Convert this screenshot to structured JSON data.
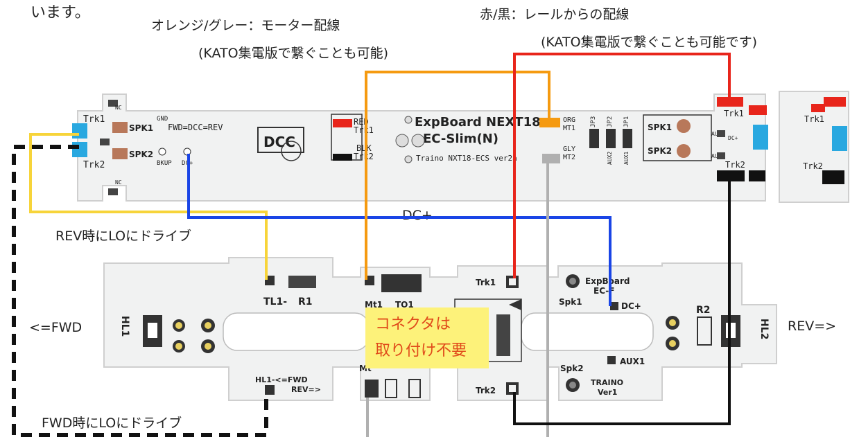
{
  "labels": {
    "top_fragment": "います。",
    "orange_grey": "オレンジ/グレー：モーター配線",
    "orange_grey_sub": "(KATO集電版で繋ぐことも可能)",
    "red_black": "赤/黒：レールからの配線",
    "red_black_sub": "(KATO集電版で繋ぐことも可能です)",
    "dc_plus": "DC+",
    "rev_lo": "REV時にLOにドライブ",
    "fwd_lo": "FWD時にLOにドライブ",
    "fwd": "<=FWD",
    "rev": "REV=>",
    "note_line1": "コネクタは",
    "note_line2": "取り付け不要"
  },
  "board_top": {
    "title1": "ExpBoard NEXT18",
    "title2": "EC-Slim(N)",
    "version": "Traino NXT18-ECS ver2a",
    "trk1": "Trk1",
    "trk2": "Trk2",
    "spk1": "SPK1",
    "spk2": "SPK2",
    "gnd": "GND",
    "nc": "NC",
    "fwd_eq": "FWD=DCC=REV",
    "bkup": "BKUP",
    "dcp": "DC+",
    "red": "RED",
    "trk1b": "Trk1",
    "blk": "BLK",
    "trk2b": "Trk2",
    "org": "ORG",
    "mt1": "MT1",
    "gly": "GLY",
    "mt2": "MT2",
    "jp3": "JP3",
    "jp2": "JP2",
    "jp1": "JP1",
    "aux2": "AUX2",
    "aux1": "AUX1",
    "aux3": "AUX3",
    "aux4": "AUX4",
    "dc_right": "DC+",
    "logo": "DCC"
  },
  "board_bottom": {
    "tl1": "TL1-",
    "r1": "R1",
    "mt1": "Mt1",
    "to1": "TO1",
    "trk1": "Trk1",
    "trk2": "Trk2",
    "title1": "ExpBoard",
    "title2": "EC-F",
    "spk1": "Spk1",
    "spk2": "Spk2",
    "dcp": "DC+",
    "aux1": "AUX1",
    "r2": "R2",
    "hl1": "HL1",
    "hl2": "HL2",
    "hl1fwd": "HL1-<=FWD",
    "rev": "REV=>",
    "mt": "Mt",
    "traino": "TRAINO",
    "ver": "Ver1"
  },
  "colors": {
    "red": "#e8251b",
    "black": "#111111",
    "orange": "#f59a10",
    "grey": "#b0b0b0",
    "blue": "#1a45e6",
    "yellow": "#f7d43a",
    "cyan": "#29a8e0",
    "copper": "#b8785a"
  }
}
